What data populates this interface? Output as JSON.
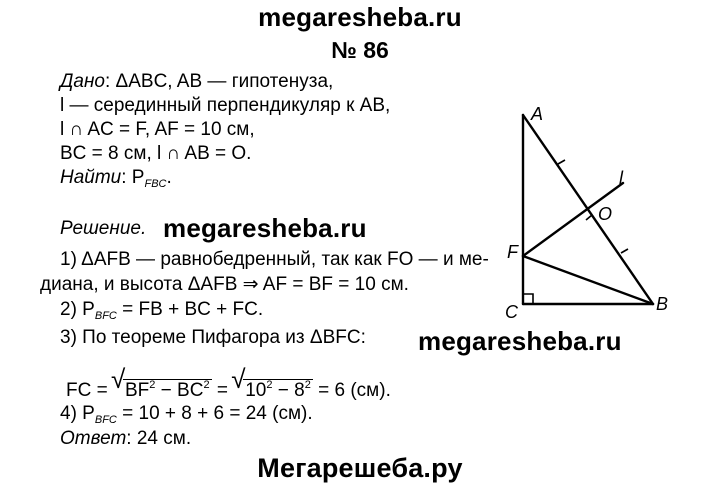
{
  "watermarks": {
    "top": "megaresheba.ru",
    "middle": "megaresheba.ru",
    "right": "megaresheba.ru",
    "bottom": "Мегарешеба.ру"
  },
  "problem_number": "№ 86",
  "given": {
    "label": "Дано",
    "line1": ": ΔABC,  AB — гипотенуза,",
    "line2": "l — серединный перпендикуляр к AB,",
    "line3": "l ∩ AC = F, AF = 10 см,",
    "line4": "BC = 8 см, l ∩ AB = O."
  },
  "find": {
    "label": "Найти",
    "text": ": P",
    "sub": "FBC",
    "end": "."
  },
  "solution": {
    "label": "Решение.",
    "step1a": "1) ΔAFB — равнобедренный, так как FO — и ме-",
    "step1b": "диана, и высота ΔAFB ⇒ AF = BF = 10 см.",
    "step2_pre": "2) P",
    "step2_sub": "BFC",
    "step2_post": " = FB + BC + FC.",
    "step3": "3) По теореме Пифагора из ΔBFC:",
    "formula": {
      "lhs": "FC = ",
      "rad1_a": "BF",
      "rad1_b": " − BC",
      "exp": "2",
      "mid": " = ",
      "rad2_a": "10",
      "rad2_b": " − 8",
      "result": " = 6 (см)."
    },
    "step4_pre": "4) P",
    "step4_sub": "BFC",
    "step4_post": " = 10 + 8 + 6 = 24 (см).",
    "answer_label": "Ответ",
    "answer_text": ": 24 см."
  },
  "diagram": {
    "labels": {
      "A": "A",
      "B": "B",
      "C": "C",
      "F": "F",
      "O": "O",
      "l": "l"
    }
  }
}
